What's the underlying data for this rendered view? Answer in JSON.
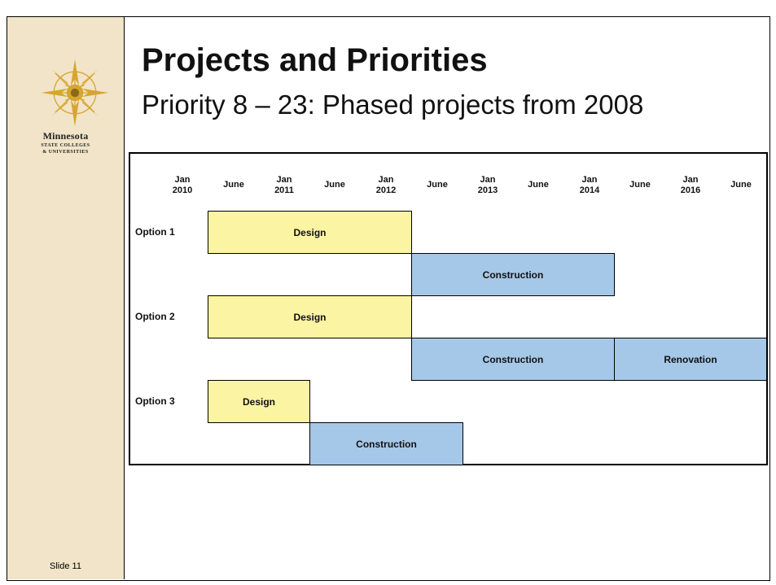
{
  "slide": {
    "title": "Projects and Priorities",
    "subtitle": "Priority 8 – 23:  Phased projects from 2008",
    "number_label": "Slide 11"
  },
  "logo": {
    "name": "Minnesota",
    "line2": "STATE COLLEGES",
    "line3": "& UNIVERSITIES",
    "icon": "star-emblem-icon",
    "color": "#d7a531"
  },
  "timeline": {
    "ticks": [
      {
        "label": "Jan",
        "sub": "2010"
      },
      {
        "label": "June",
        "sub": ""
      },
      {
        "label": "Jan",
        "sub": "2011"
      },
      {
        "label": "June",
        "sub": ""
      },
      {
        "label": "Jan",
        "sub": "2012"
      },
      {
        "label": "June",
        "sub": ""
      },
      {
        "label": "Jan",
        "sub": "2013"
      },
      {
        "label": "June",
        "sub": ""
      },
      {
        "label": "Jan",
        "sub": "2014"
      },
      {
        "label": "June",
        "sub": ""
      },
      {
        "label": "Jan",
        "sub": "2016"
      },
      {
        "label": "June",
        "sub": ""
      }
    ]
  },
  "options": [
    {
      "label": "Option 1",
      "phases": [
        {
          "name": "Design",
          "start": "June 2010",
          "end": "Jan 2012"
        },
        {
          "name": "Construction",
          "start": "Jan 2012",
          "end": "Jan 2014"
        }
      ]
    },
    {
      "label": "Option  2",
      "phases": [
        {
          "name": "Design",
          "start": "June 2010",
          "end": "Jan 2012"
        },
        {
          "name": "Construction",
          "start": "Jan 2012",
          "end": "Jan 2014"
        },
        {
          "name": "Renovation",
          "start": "Jan 2014",
          "end": "after June 2016"
        }
      ]
    },
    {
      "label": "Option  3",
      "phases": [
        {
          "name": "Design",
          "start": "June 2010",
          "end": "June 2011"
        },
        {
          "name": "Construction",
          "start": "June 2011",
          "end": "Jan 2013"
        }
      ]
    }
  ],
  "colors": {
    "design": "#fbf4a3",
    "construction": "#a6c8e8",
    "sidebar": "#f1e4c8"
  }
}
